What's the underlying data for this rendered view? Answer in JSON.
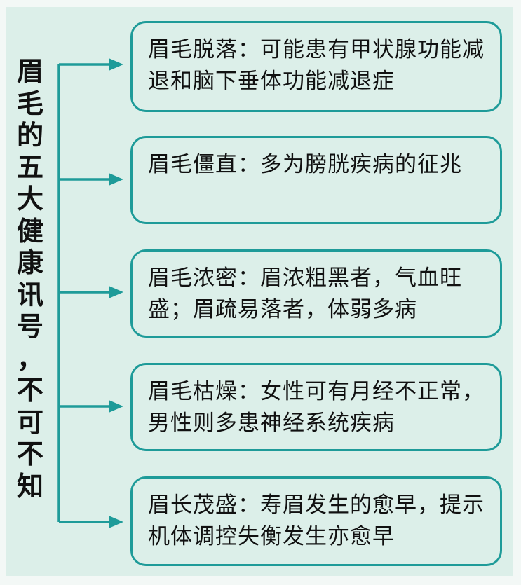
{
  "diagram": {
    "title": "眉毛的五大健康讯号，不可不知",
    "title_chars": [
      "眉",
      "毛",
      "的",
      "五",
      "大",
      "健",
      "康",
      "讯",
      "号",
      "，",
      "不",
      "可",
      "不",
      "知"
    ],
    "colors": {
      "accent": "#1e9b99",
      "panel": "#dcefe9",
      "text": "#111111"
    },
    "boxes": [
      {
        "text": "眉毛脱落：可能患有甲状腺功能减退和脑下垂体功能减退症"
      },
      {
        "text": "眉毛僵直：多为膀胱疾病的征兆"
      },
      {
        "text": "眉毛浓密：眉浓粗黑者，气血旺盛；眉疏易落者，体弱多病"
      },
      {
        "text": "眉毛枯燥：女性可有月经不正常，男性则多患神经系统疾病"
      },
      {
        "text": "眉长茂盛：寿眉发生的愈早，提示机体调控失衡发生亦愈早"
      }
    ]
  }
}
